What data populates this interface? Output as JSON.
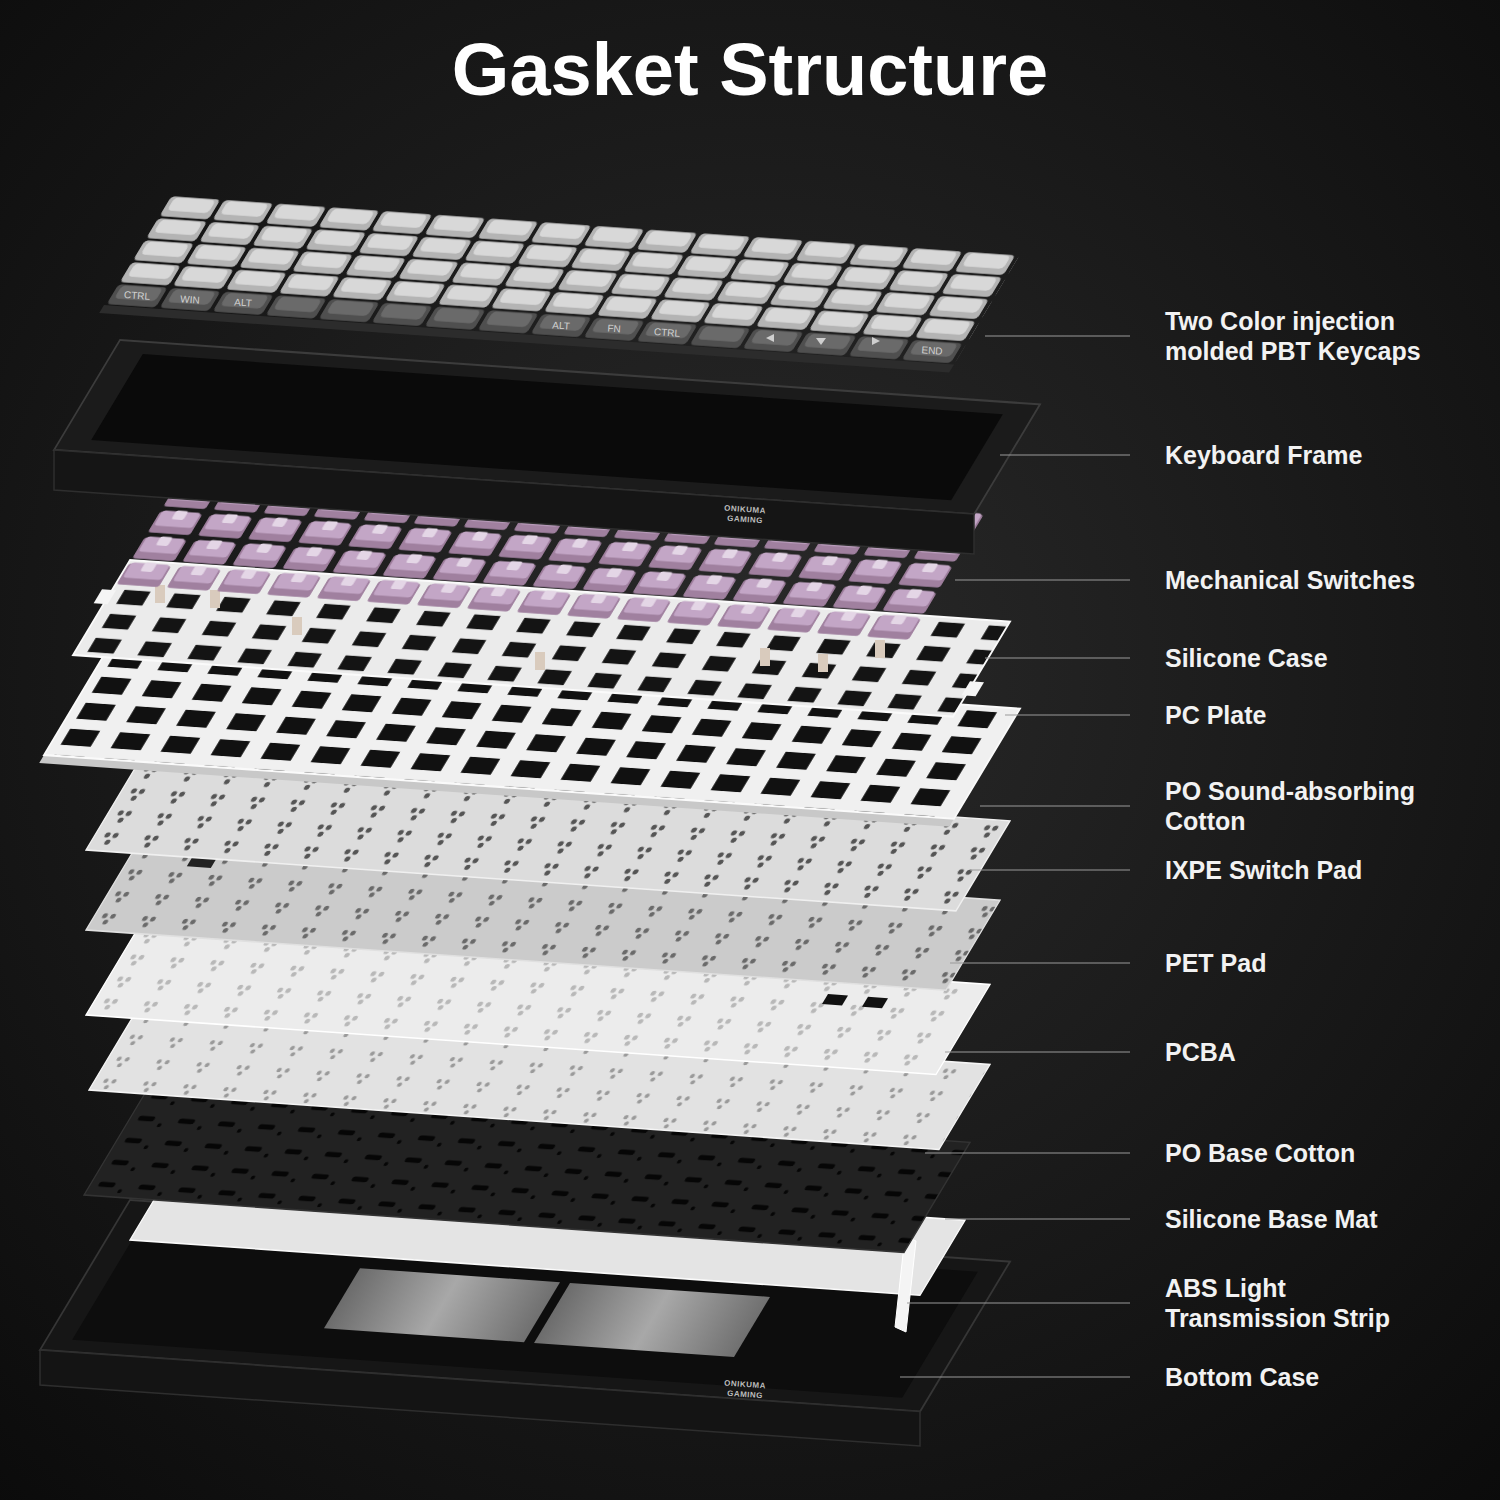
{
  "diagram": {
    "title": "Gasket Structure",
    "labels": [
      "CTRL",
      "WIN",
      "ALT",
      "ALT",
      "FN",
      "CTRL",
      "END",
      "ONIKUMA",
      "GAMING",
      "Two Color injection molded PBT Keycaps",
      "Keyboard Frame",
      "Mechanical Switches",
      "Silicone Case",
      "PC Plate",
      "PO Sound-absorbing Cotton",
      "IXPE Switch Pad",
      "PET Pad",
      "PCBA",
      "PO Base Cotton",
      "Silicone Base Mat",
      "ABS Light Transmission Strip",
      "Bottom Case",
      "ONIKUMA",
      "GAMING"
    ]
  }
}
